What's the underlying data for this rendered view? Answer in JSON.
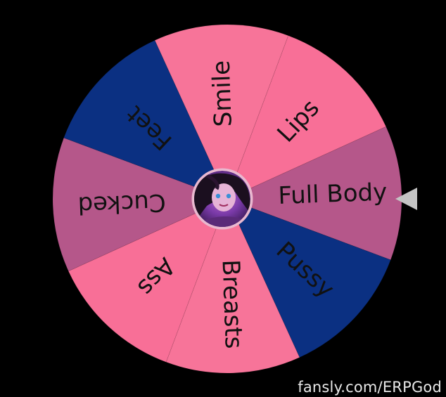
{
  "wheel": {
    "segments": [
      {
        "label": "Full Body",
        "color": "#b5578a"
      },
      {
        "label": "Pussy",
        "color": "#0b3082"
      },
      {
        "label": "Breasts",
        "color": "#f77499"
      },
      {
        "label": "Ass",
        "color": "#f86f97"
      },
      {
        "label": "Cucked",
        "color": "#b5578a"
      },
      {
        "label": "Feet",
        "color": "#0b3082"
      },
      {
        "label": "Smile",
        "color": "#f77499"
      },
      {
        "label": "Lips",
        "color": "#f86f97"
      }
    ],
    "center_image": "avatar-portrait",
    "pointer_icon": "triangle-left-icon",
    "pointer_color": "#c4c4c4"
  },
  "watermark": "fansly.com/ERPGod"
}
